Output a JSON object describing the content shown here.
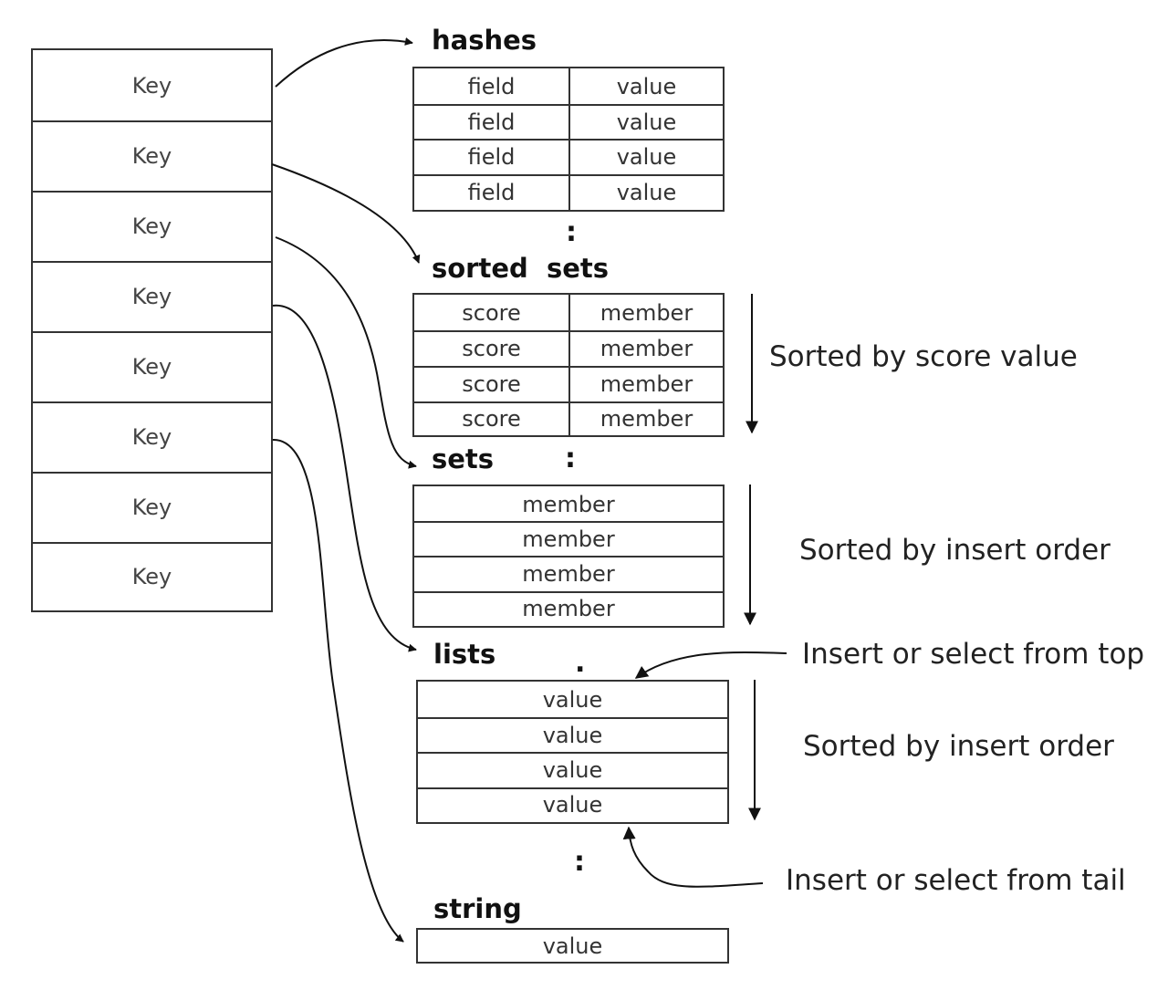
{
  "keys": [
    "Key",
    "Key",
    "Key",
    "Key",
    "Key",
    "Key",
    "Key",
    "Key"
  ],
  "hashes": {
    "title": "hashes",
    "rows": [
      {
        "field": "field",
        "value": "value"
      },
      {
        "field": "field",
        "value": "value"
      },
      {
        "field": "field",
        "value": "value"
      },
      {
        "field": "field",
        "value": "value"
      }
    ],
    "ellipsis": ":"
  },
  "sorted_sets": {
    "title": "sorted  sets",
    "rows": [
      {
        "score": "score",
        "member": "member"
      },
      {
        "score": "score",
        "member": "member"
      },
      {
        "score": "score",
        "member": "member"
      },
      {
        "score": "score",
        "member": "member"
      }
    ],
    "note": "Sorted by score value",
    "ellipsis": ":"
  },
  "sets": {
    "title": "sets",
    "rows": [
      "member",
      "member",
      "member",
      "member"
    ],
    "note": "Sorted by insert order",
    "ellipsis": "."
  },
  "lists": {
    "title": "lists",
    "rows": [
      "value",
      "value",
      "value",
      "value"
    ],
    "note": "Sorted by insert order",
    "top_note": "Insert or select from top",
    "tail_note": "Insert or select from tail",
    "ellipsis": ":"
  },
  "string": {
    "title": "string",
    "value": "value"
  }
}
